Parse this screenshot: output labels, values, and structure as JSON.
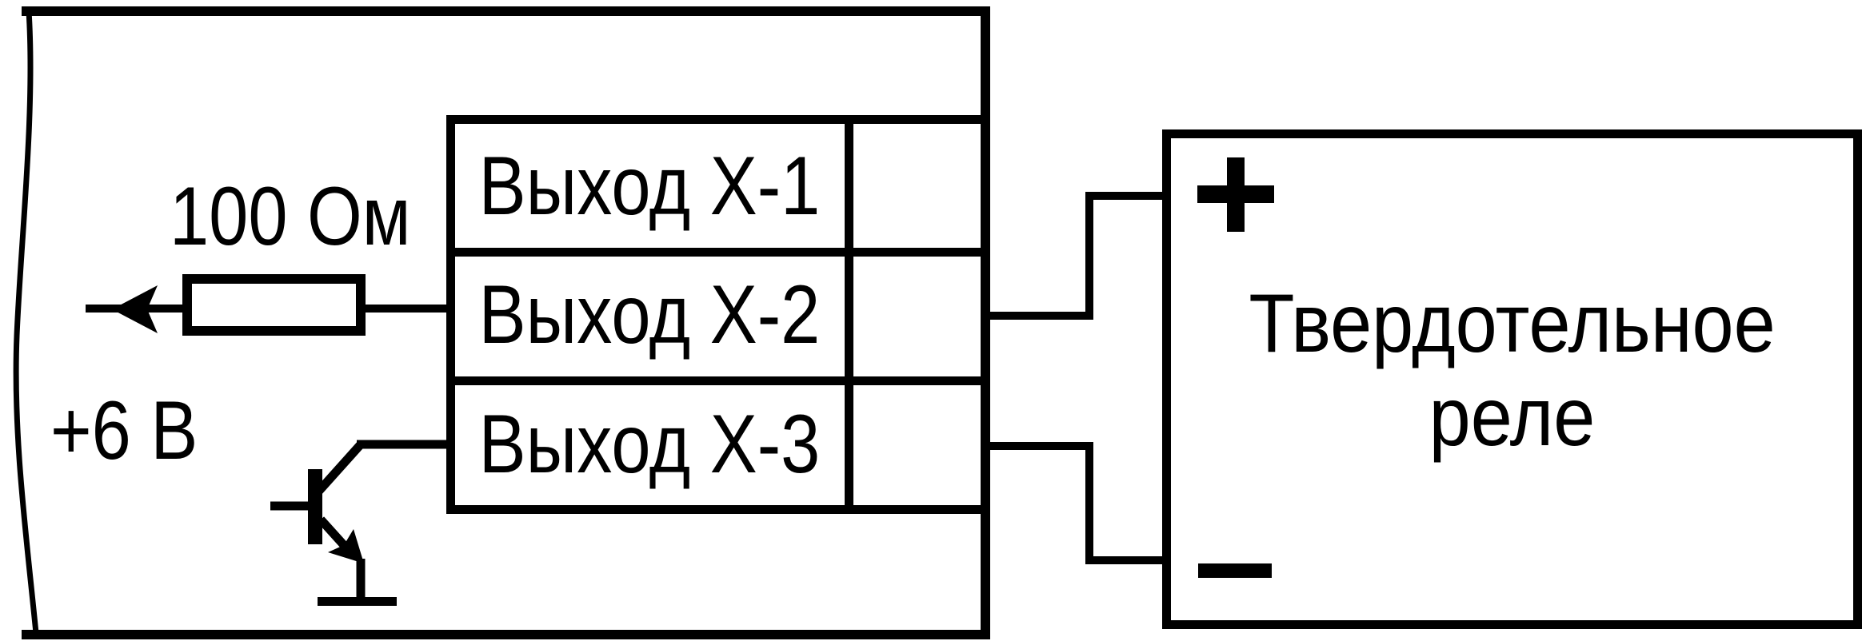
{
  "device": {
    "outputs": [
      "Выход Х-1",
      "Выход Х-2",
      "Выход Х-3"
    ],
    "resistor_label": "100 Ом",
    "supply_label": "+6 В"
  },
  "relay": {
    "line1": "Твердотельное",
    "line2": "реле",
    "plus": "+",
    "minus": "−"
  },
  "colors": {
    "line": "#000000",
    "background": "#ffffff"
  }
}
